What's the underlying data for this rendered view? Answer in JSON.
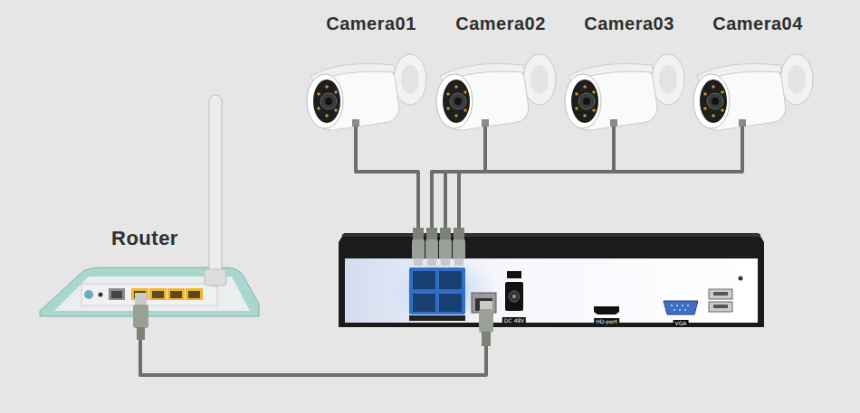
{
  "diagram": {
    "nodes": [
      {
        "text": [
          "Camera01"
        ]
      },
      {
        "text": [
          "Camera02"
        ]
      },
      {
        "text": [
          "Camera03"
        ]
      },
      {
        "text": [
          "Camera04"
        ]
      },
      {
        "text": [
          "Router"
        ]
      },
      {
        "text": [
          "DC 48V",
          "HD-port",
          "VGA"
        ]
      }
    ],
    "edges": [
      {
        "from": 0,
        "to": 5,
        "arrow": "none"
      },
      {
        "from": 1,
        "to": 5,
        "arrow": "none"
      },
      {
        "from": 2,
        "to": 5,
        "arrow": "none"
      },
      {
        "from": 3,
        "to": 5,
        "arrow": "none"
      },
      {
        "from": 4,
        "to": 5,
        "arrow": "none"
      }
    ]
  }
}
